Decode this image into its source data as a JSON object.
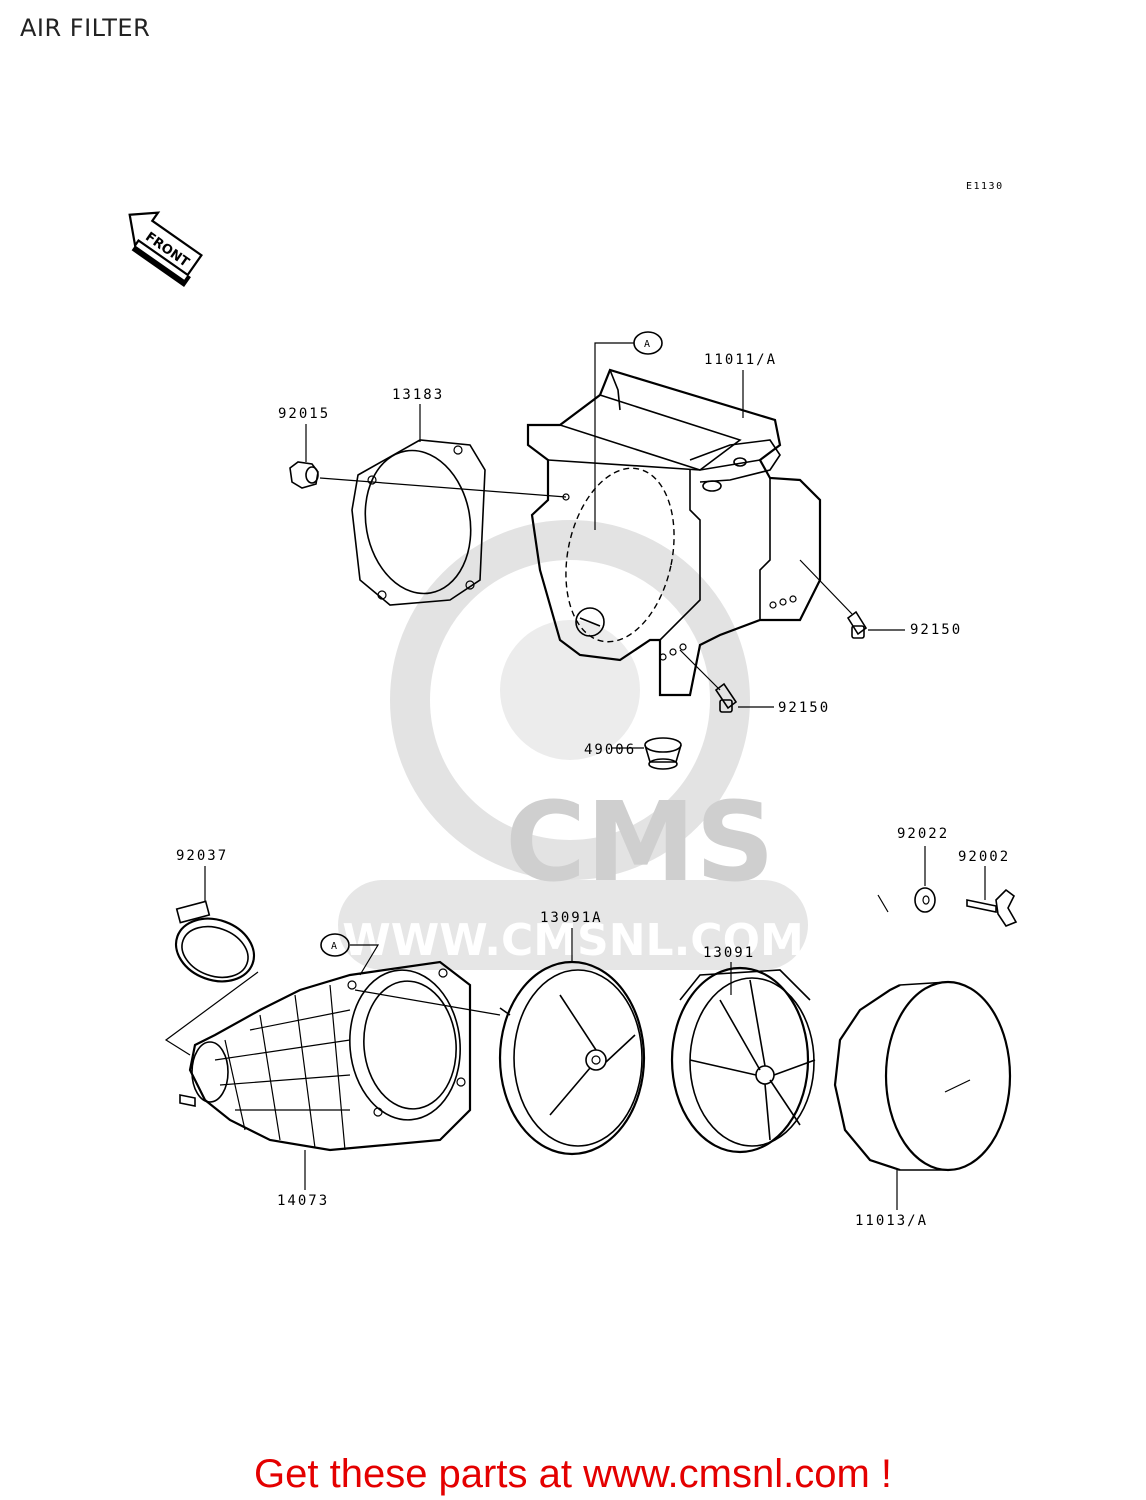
{
  "title": "AIR FILTER",
  "diagram_code": "E1130",
  "front_label": "FRONT",
  "ref_label": "A",
  "watermark": {
    "brand": "CMS",
    "url": "WWW.CMSNL.COM"
  },
  "parts": {
    "p11011A": "11011/A",
    "p13183": "13183",
    "p92015": "92015",
    "p92150a": "92150",
    "p92150b": "92150",
    "p49006": "49006",
    "p92022": "92022",
    "p92002": "92002",
    "p92037": "92037",
    "p13091A": "13091A",
    "p13091": "13091",
    "p14073": "14073",
    "p11013A": "11013/A"
  },
  "promo": "Get these parts at www.cmsnl.com !"
}
